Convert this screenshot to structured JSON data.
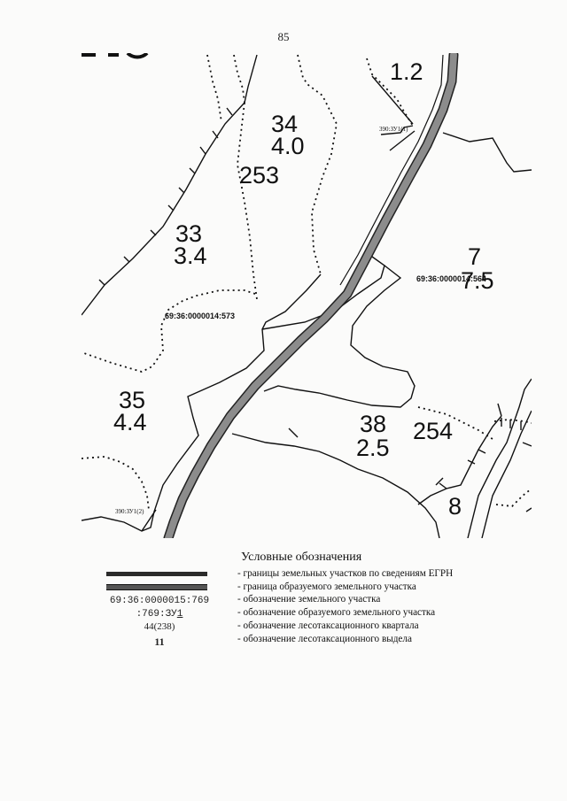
{
  "page": {
    "number": "85"
  },
  "map": {
    "labels": {
      "q_top": "1.2",
      "q34_num": "34",
      "q34_area": "4.0",
      "q253": "253",
      "q33_num": "33",
      "q33_area": "3.4",
      "q7_num": "7",
      "q7_area": "7.5",
      "q35_num": "35",
      "q35_area": "4.4",
      "q38_num": "38",
      "q38_area": "2.5",
      "q254": "254",
      "q8": "8",
      "cad_564": "69:36:0000014:564",
      "cad_573": "69:36:0000014:573",
      "zu1_1": "390:ЗУ1(1)",
      "zu1_2": "390:ЗУ1(2)"
    }
  },
  "legend": {
    "title": "Условные обозначения",
    "items": [
      "- границы земельных участков по сведениям ЕГРН",
      "- граница образуемого земельного участка",
      "- обозначение земельного участка",
      "- обозначение образуемого земельного участка",
      "- обозначение лесотаксационного квартала",
      "- обозначение лесотаксационного выдела"
    ],
    "samples": {
      "cadastral": "69:36:0000015:769",
      "new_prefix": ":769:ЗУ",
      "new_suffix": "1",
      "forest_block": "44(238)",
      "forest_section": "11"
    }
  }
}
